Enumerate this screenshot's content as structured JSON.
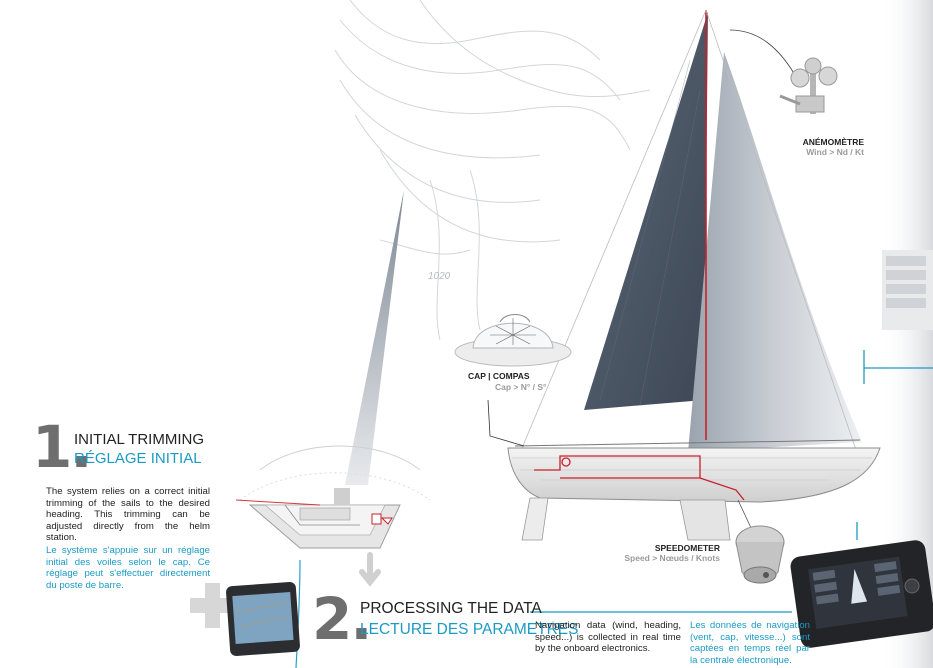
{
  "isobar_label": "1020",
  "sensors": {
    "anemometer": {
      "name": "ANÉMOMÈTRE",
      "units": "Wind > Nd / Kt"
    },
    "compass": {
      "name": "CAP | COMPAS",
      "units": "Cap > N° / S°"
    },
    "speedometer": {
      "name": "SPEEDOMETER",
      "units": "Speed > Nœuds / Knots"
    }
  },
  "step1": {
    "number": "1.",
    "title_en": "INITIAL TRIMMING",
    "title_fr": "RÉGLAGE INITIAL",
    "desc_en": "The system relies on a correct initial trimming of the sails to the desired heading. This trimming can be adjusted directly from the helm station.",
    "desc_fr": "Le système s'appuie sur un réglage initial des voiles selon le cap. Ce réglage peut s'effectuer directement du poste de barre."
  },
  "step2": {
    "number": "2.",
    "title_en": "PROCESSING THE DATA",
    "title_fr": "LECTURE DES PARAMETRES",
    "desc_en": "Navigation data (wind, heading, speed...) is collected in real time by the onboard electronics.",
    "desc_fr": "Les données de navigation (vent, cap, vitesse...) sont captées en temps réel par la centrale électronique."
  },
  "colors": {
    "accent_blue": "#1a9bc4",
    "number_grey": "#6e6e6e",
    "signal_red": "#c8202a"
  }
}
